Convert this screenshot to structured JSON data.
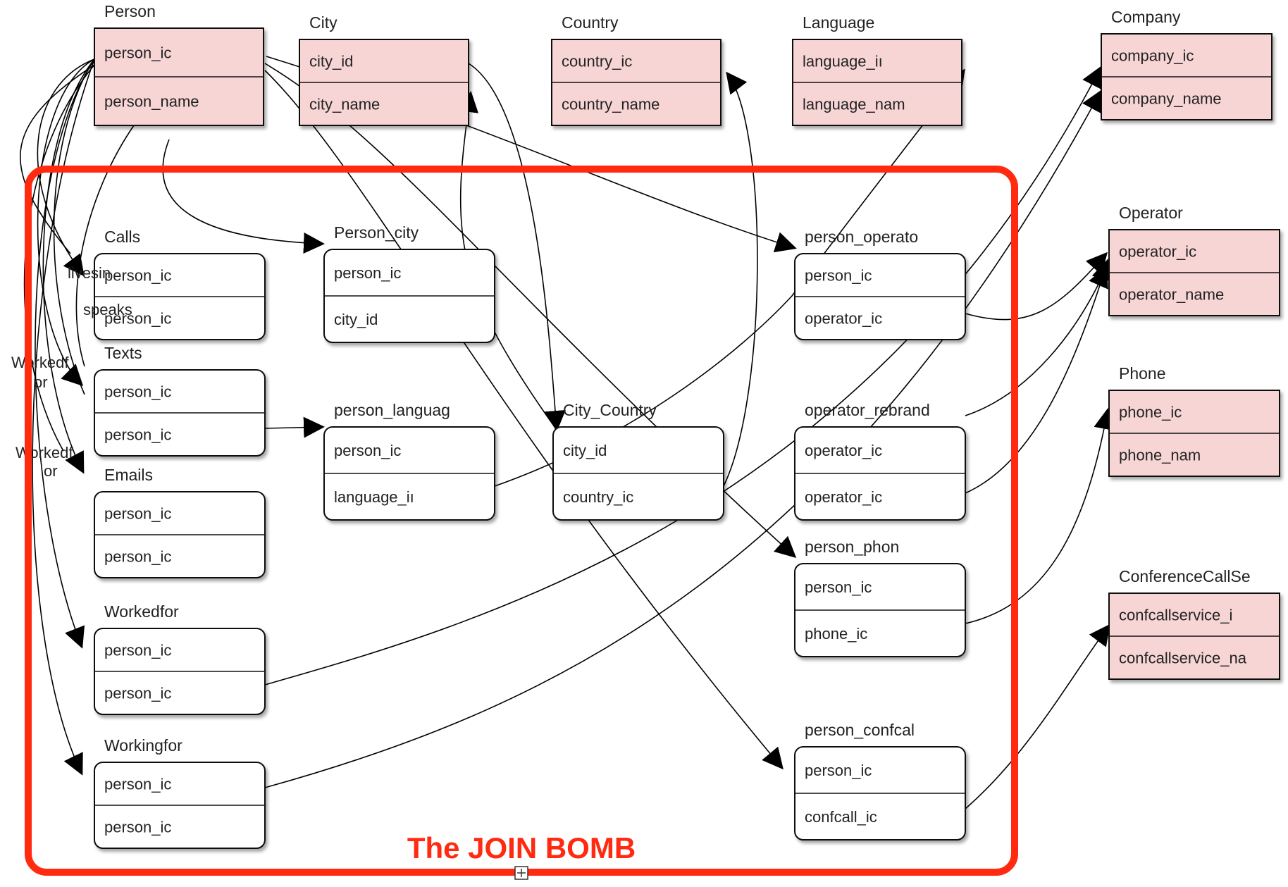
{
  "colors": {
    "entity_fill": "#f7d5d5",
    "join_fill": "#ffffff",
    "stroke": "#000000",
    "highlight": "#ff2a10",
    "text": "#222222"
  },
  "highlight_label": "The JOIN BOMB",
  "entities": [
    {
      "id": "person",
      "title": "Person",
      "kind": "entity",
      "fields": [
        "person_ic",
        "person_name"
      ]
    },
    {
      "id": "city",
      "title": "City",
      "kind": "entity",
      "fields": [
        "city_id",
        "city_name"
      ]
    },
    {
      "id": "country",
      "title": "Country",
      "kind": "entity",
      "fields": [
        "country_ic",
        "country_name"
      ]
    },
    {
      "id": "language",
      "title": "Language",
      "kind": "entity",
      "fields": [
        "language_iı",
        "language_nam"
      ]
    },
    {
      "id": "company",
      "title": "Company",
      "kind": "entity",
      "fields": [
        "company_ic",
        "company_name"
      ]
    },
    {
      "id": "operator",
      "title": "Operator",
      "kind": "entity",
      "fields": [
        "operator_ic",
        "operator_name"
      ]
    },
    {
      "id": "phone",
      "title": "Phone",
      "kind": "entity",
      "fields": [
        "phone_ic",
        "phone_nam"
      ]
    },
    {
      "id": "confcall",
      "title": "ConferenceCallSe",
      "kind": "entity",
      "fields": [
        "confcallservice_i",
        "confcallservice_na"
      ]
    },
    {
      "id": "calls",
      "title": "Calls",
      "kind": "join",
      "fields": [
        "person_ic",
        "person_ic"
      ]
    },
    {
      "id": "texts",
      "title": "Texts",
      "kind": "join",
      "fields": [
        "person_ic",
        "person_ic"
      ]
    },
    {
      "id": "emails",
      "title": "Emails",
      "kind": "join",
      "fields": [
        "person_ic",
        "person_ic"
      ]
    },
    {
      "id": "workedfor",
      "title": "Workedfor",
      "kind": "join",
      "fields": [
        "person_ic",
        "person_ic"
      ]
    },
    {
      "id": "workingfor",
      "title": "Workingfor",
      "kind": "join",
      "fields": [
        "person_ic",
        "person_ic"
      ]
    },
    {
      "id": "person_city",
      "title": "Person_city",
      "kind": "join",
      "fields": [
        "person_ic",
        "city_id"
      ]
    },
    {
      "id": "person_language",
      "title": "person_languag",
      "kind": "join",
      "fields": [
        "person_ic",
        "language_iı"
      ]
    },
    {
      "id": "city_country",
      "title": "City_Country",
      "kind": "join",
      "fields": [
        "city_id",
        "country_ic"
      ]
    },
    {
      "id": "person_operator",
      "title": "person_operato",
      "kind": "join",
      "fields": [
        "person_ic",
        "operator_ic"
      ]
    },
    {
      "id": "operator_rebrands",
      "title": "operator_rebrand",
      "kind": "join",
      "fields": [
        "operator_ic",
        "operator_ic"
      ]
    },
    {
      "id": "person_phone",
      "title": "person_phon",
      "kind": "join",
      "fields": [
        "person_ic",
        "phone_ic"
      ]
    },
    {
      "id": "person_confcall",
      "title": "person_confcal",
      "kind": "join",
      "fields": [
        "person_ic",
        "confcall_ic"
      ]
    }
  ],
  "edge_labels": [
    {
      "id": "livesin",
      "text": "livesin"
    },
    {
      "id": "speaks",
      "text": "speaks"
    },
    {
      "id": "workedfor1_a",
      "text": "Workedf"
    },
    {
      "id": "workedfor1_b",
      "text": "or"
    },
    {
      "id": "workedfor2_a",
      "text": "Workedf"
    },
    {
      "id": "workedfor2_b",
      "text": "or"
    }
  ]
}
